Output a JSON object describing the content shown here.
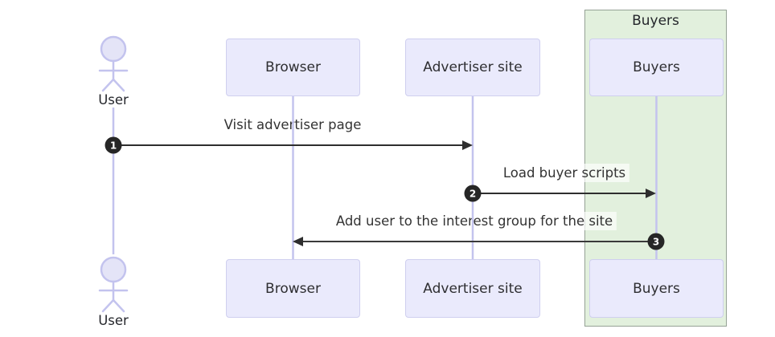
{
  "diagram": {
    "type": "sequence",
    "actor": {
      "label": "User"
    },
    "participants": [
      {
        "label": "Browser"
      },
      {
        "label": "Advertiser site"
      },
      {
        "label": "Buyers"
      }
    ],
    "group": {
      "title": "Buyers"
    },
    "messages": [
      {
        "num": "1",
        "label": "Visit advertiser page",
        "from": "User",
        "to": "Advertiser site"
      },
      {
        "num": "2",
        "label": "Load buyer scripts",
        "from": "Advertiser site",
        "to": "Buyers"
      },
      {
        "num": "3",
        "label": "Add user to the interest group for the site",
        "from": "Buyers",
        "to": "Browser"
      }
    ],
    "colors": {
      "node_fill": "#eaeafc",
      "node_border": "#cfcfef",
      "lifeline": "#c3c3ee",
      "group_fill": "#e2f0dd",
      "group_border": "#95a295",
      "arrow": "#2e2e2e",
      "badge_fill": "#262626",
      "badge_text": "#ffffff",
      "text": "#333333"
    }
  }
}
